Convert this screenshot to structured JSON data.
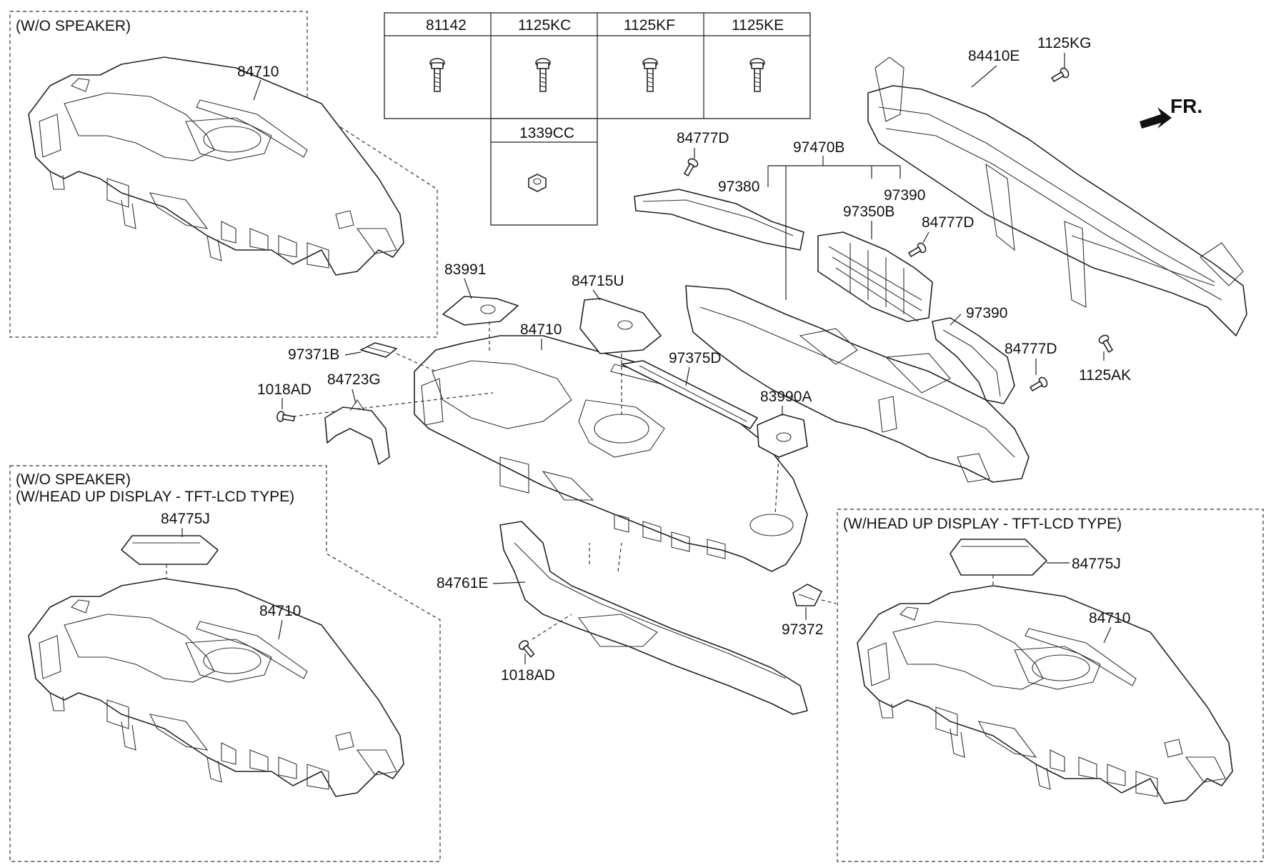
{
  "groups": {
    "top_left": "(W/O SPEAKER)",
    "bottom_left_1": "(W/O SPEAKER)",
    "bottom_left_2": "(W/HEAD UP DISPLAY - TFT-LCD TYPE)",
    "bottom_right": "(W/HEAD UP DISPLAY - TFT-LCD TYPE)"
  },
  "fastener_table": {
    "headers": [
      "81142",
      "1125KC",
      "1125KF",
      "1125KE"
    ],
    "extra": "1339CC"
  },
  "direction": "FR.",
  "labels": {
    "p84710_tl": "84710",
    "p84410E": "84410E",
    "p1125KG": "1125KG",
    "p84777D_a": "84777D",
    "p97470B": "97470B",
    "p97380": "97380",
    "p97390_a": "97390",
    "p97350B": "97350B",
    "p84777D_b": "84777D",
    "p83991": "83991",
    "p84715U": "84715U",
    "p84710_c": "84710",
    "p97390_b": "97390",
    "p97371B": "97371B",
    "p97375D": "97375D",
    "p84777D_c": "84777D",
    "p1125AK": "1125AK",
    "p1018AD_a": "1018AD",
    "p84723G": "84723G",
    "p83990A": "83990A",
    "p84775J_bl": "84775J",
    "p84710_bl": "84710",
    "p84761E": "84761E",
    "p97372": "97372",
    "p1018AD_b": "1018AD",
    "p84775J_br": "84775J",
    "p84710_br": "84710"
  }
}
